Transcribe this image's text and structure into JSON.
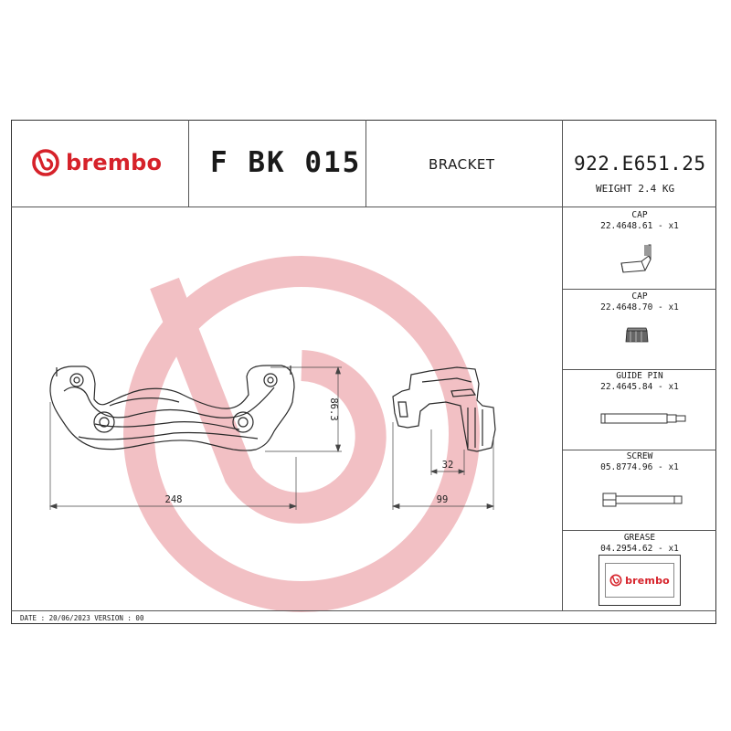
{
  "header": {
    "brand": "brembo",
    "code": "F BK 015",
    "product_type": "BRACKET",
    "part_number": "922.E651.25",
    "weight": "WEIGHT 2.4 KG"
  },
  "colors": {
    "brand_red": "#d6222a",
    "watermark": "#f2c2c5",
    "line": "#333333"
  },
  "drawing": {
    "dimensions": {
      "height": "86.3",
      "width_front": "248",
      "width_side": "99",
      "offset": "32"
    }
  },
  "components": [
    {
      "name": "CAP",
      "ref": "22.4648.61 - x1",
      "icon": "cap-bracket-icon"
    },
    {
      "name": "CAP",
      "ref": "22.4648.70 - x1",
      "icon": "cap-nut-icon"
    },
    {
      "name": "GUIDE PIN",
      "ref": "22.4645.84 - x1",
      "icon": "guide-pin-icon"
    },
    {
      "name": "SCREW",
      "ref": "05.8774.96 - x1",
      "icon": "screw-icon"
    },
    {
      "name": "GREASE",
      "ref": "04.2954.62 - x1",
      "icon": "grease-box-icon"
    }
  ],
  "grease_brand": "brembo",
  "footer": {
    "text": "DATE : 20/06/2023 VERSION : 00"
  }
}
